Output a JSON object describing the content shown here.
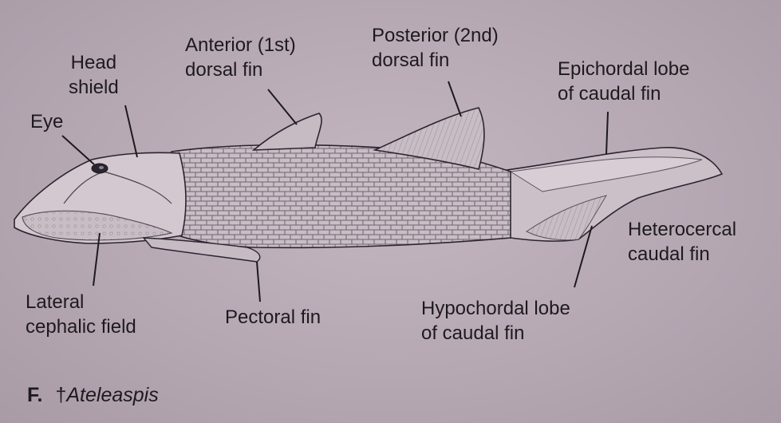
{
  "labels": {
    "eye": "Eye",
    "head_shield": "Head\nshield",
    "anterior_dorsal_fin": "Anterior (1st)\ndorsal fin",
    "posterior_dorsal_fin": "Posterior (2nd)\ndorsal fin",
    "epichordal_lobe": "Epichordal lobe\nof caudal fin",
    "heterocercal_caudal_fin": "Heterocercal\ncaudal fin",
    "hypochordal_lobe": "Hypochordal lobe\nof caudal fin",
    "pectoral_fin": "Pectoral fin",
    "lateral_cephalic_field": "Lateral\ncephalic field"
  },
  "caption": {
    "letter": "F.",
    "dagger": "†",
    "genus": "Ateleaspis"
  },
  "colors": {
    "background": "#b7a9b4",
    "body_fill": "#cfc3cc",
    "scale_line": "#6f6470",
    "outline": "#2b2530",
    "text": "#1d1a1e"
  }
}
